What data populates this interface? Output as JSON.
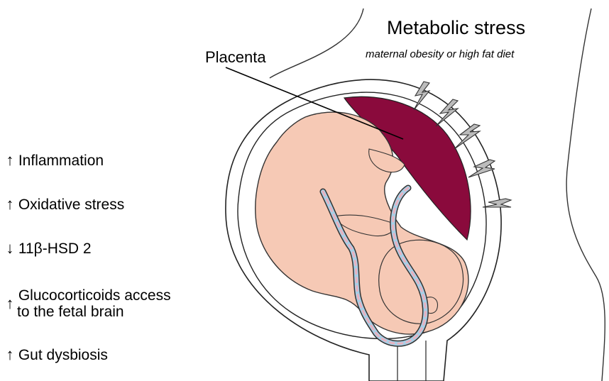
{
  "title": "Metabolic stress",
  "subtitle": "maternal obesity or high fat diet",
  "placenta_label": "Placenta",
  "effects": [
    {
      "arrow": "↑",
      "direction": "up",
      "label": "Inflammation"
    },
    {
      "arrow": "↑",
      "direction": "up",
      "label": "Oxidative stress"
    },
    {
      "arrow": "↓",
      "direction": "down",
      "label": "11β-HSD 2"
    },
    {
      "arrow": "↑",
      "direction": "up",
      "label_line1": "Glucocorticoids access",
      "label_line2": "to the fetal brain"
    },
    {
      "arrow": "↑",
      "direction": "up",
      "label": "Gut dysbiosis"
    }
  ],
  "colors": {
    "placenta": "#8a0a3c",
    "fetus_skin": "#f6c9b5",
    "cord_blue": "#a8cfe6",
    "cord_pink": "#e7b2c0",
    "bolt_fill": "#bcbcbc",
    "outline": "#222222"
  },
  "icons": [
    "lightning-bolt-icon",
    "up-arrow-icon",
    "down-arrow-icon"
  ]
}
